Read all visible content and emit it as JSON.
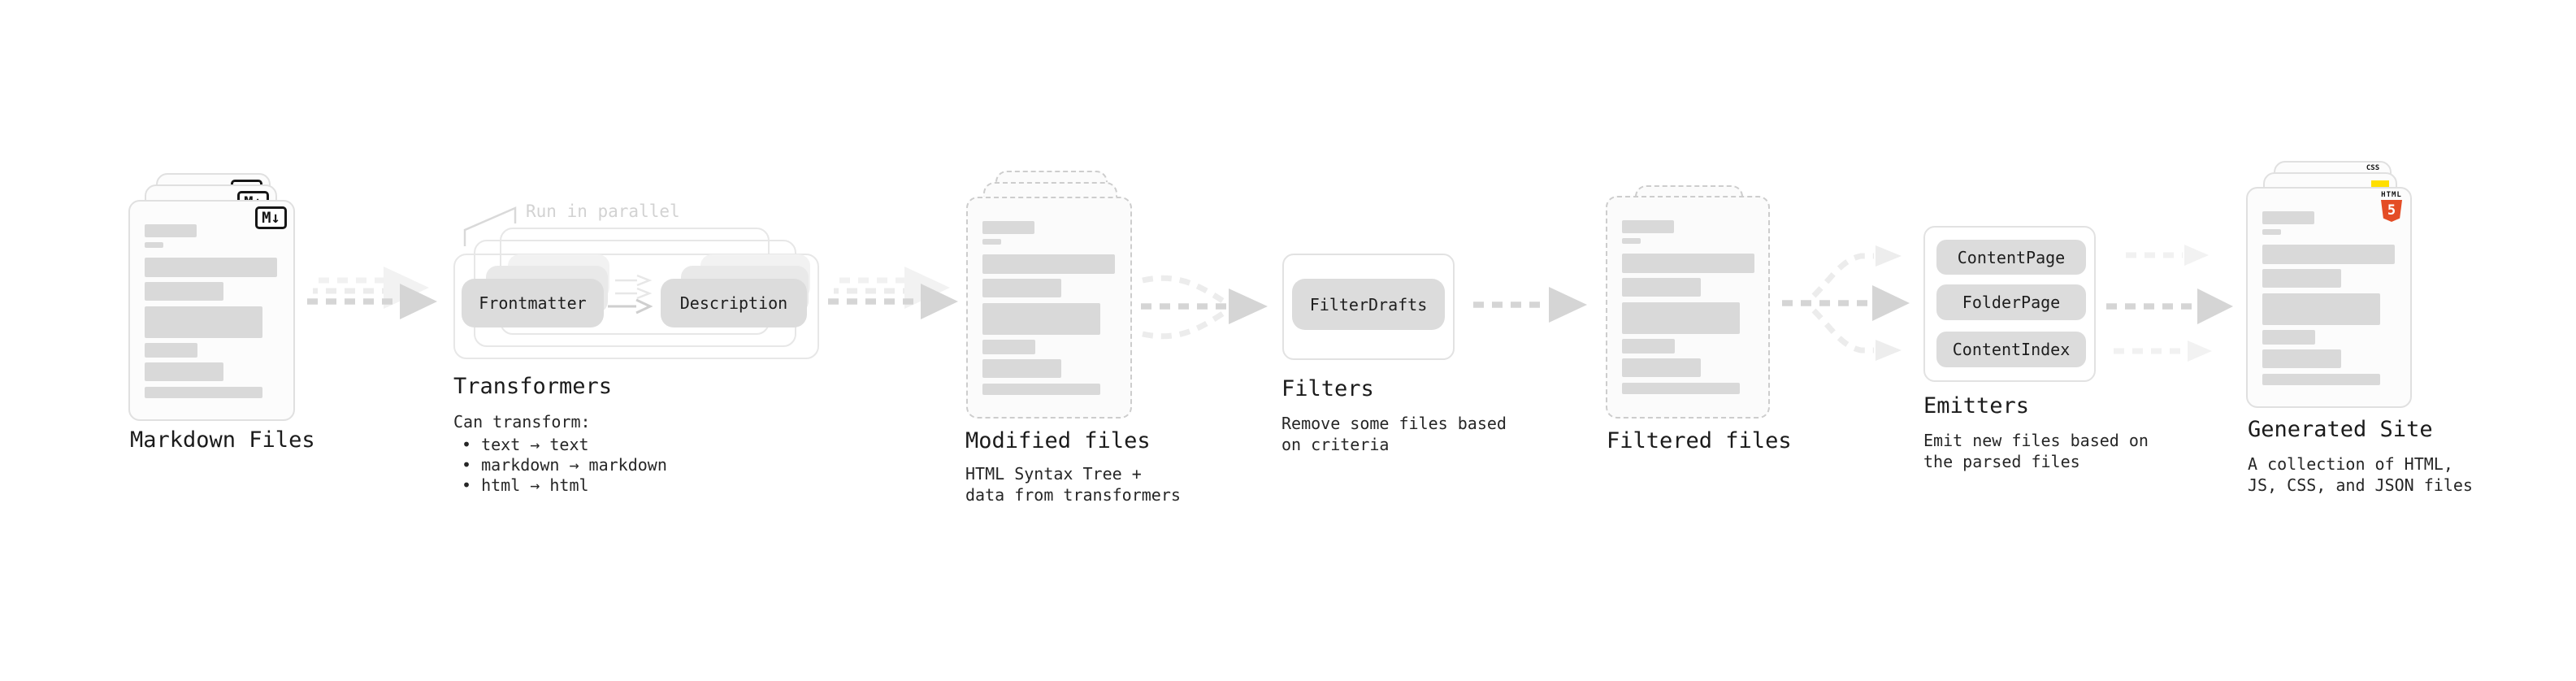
{
  "colors": {
    "html5": "#E44D26",
    "js": "#FFDF00",
    "css_underline": "#2563EB"
  },
  "markdown_files": {
    "title": "Markdown Files",
    "icon": "M↓"
  },
  "transformers": {
    "annotation": "Run in parallel",
    "pill_left": "Frontmatter",
    "pill_right": "Description",
    "title": "Transformers",
    "desc_heading": "Can transform:",
    "bullets": [
      "• text → text",
      "• markdown → markdown",
      "• html → html"
    ]
  },
  "modified_files": {
    "title": "Modified files",
    "desc": [
      "HTML Syntax Tree +",
      "data from transformers"
    ]
  },
  "filters": {
    "pill": "FilterDrafts",
    "title": "Filters",
    "desc": [
      "Remove some files based",
      "on criteria"
    ]
  },
  "filtered_files": {
    "title": "Filtered files"
  },
  "emitters": {
    "pills": [
      "ContentPage",
      "FolderPage",
      "ContentIndex"
    ],
    "title": "Emitters",
    "desc": [
      "Emit new files based on",
      "the parsed files"
    ]
  },
  "generated_site": {
    "title": "Generated Site",
    "desc": [
      "A collection of HTML,",
      "JS, CSS, and JSON files"
    ],
    "badges": {
      "html_word": "HTML",
      "html_number": "5",
      "css_word": "CSS"
    }
  }
}
